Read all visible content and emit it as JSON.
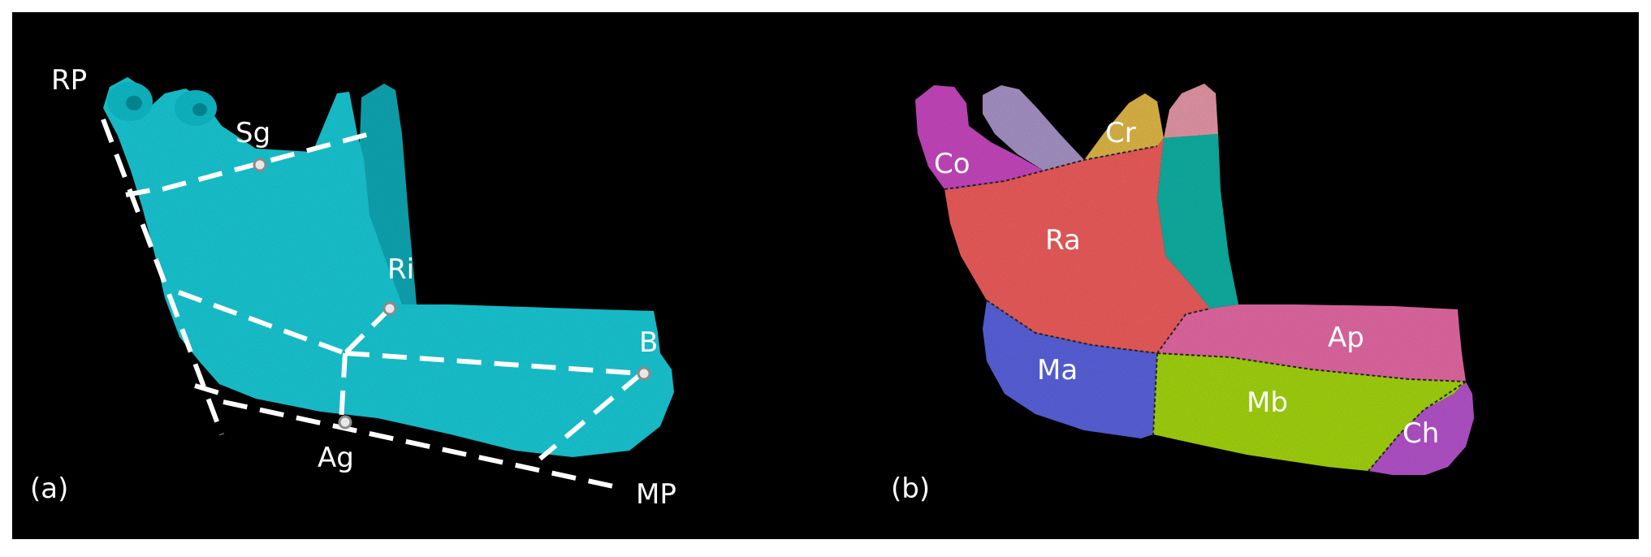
{
  "panel_a": {
    "caption": "(a)",
    "planes": {
      "rp": "RP",
      "mp": "MP"
    },
    "landmarks": {
      "sg": "Sg",
      "ri": "Ri",
      "b": "B",
      "ag": "Ag"
    }
  },
  "panel_b": {
    "caption": "(b)",
    "regions": {
      "co": "Co",
      "cr": "Cr",
      "ra": "Ra",
      "ap": "Ap",
      "ma": "Ma",
      "mb": "Mb",
      "ch": "Ch"
    }
  },
  "colors": {
    "background": "#000000",
    "bone": "#1ac9d6",
    "co": "#c848c0",
    "co_upper": "#a894c8",
    "cr": "#e0b84a",
    "cr_inner": "#e598a8",
    "ra": "#ee5f5d",
    "inner_ramus": "#17b2a4",
    "ap": "#e46aa4",
    "ma": "#5c63de",
    "mb": "#a4d514",
    "ch": "#b654cc"
  }
}
